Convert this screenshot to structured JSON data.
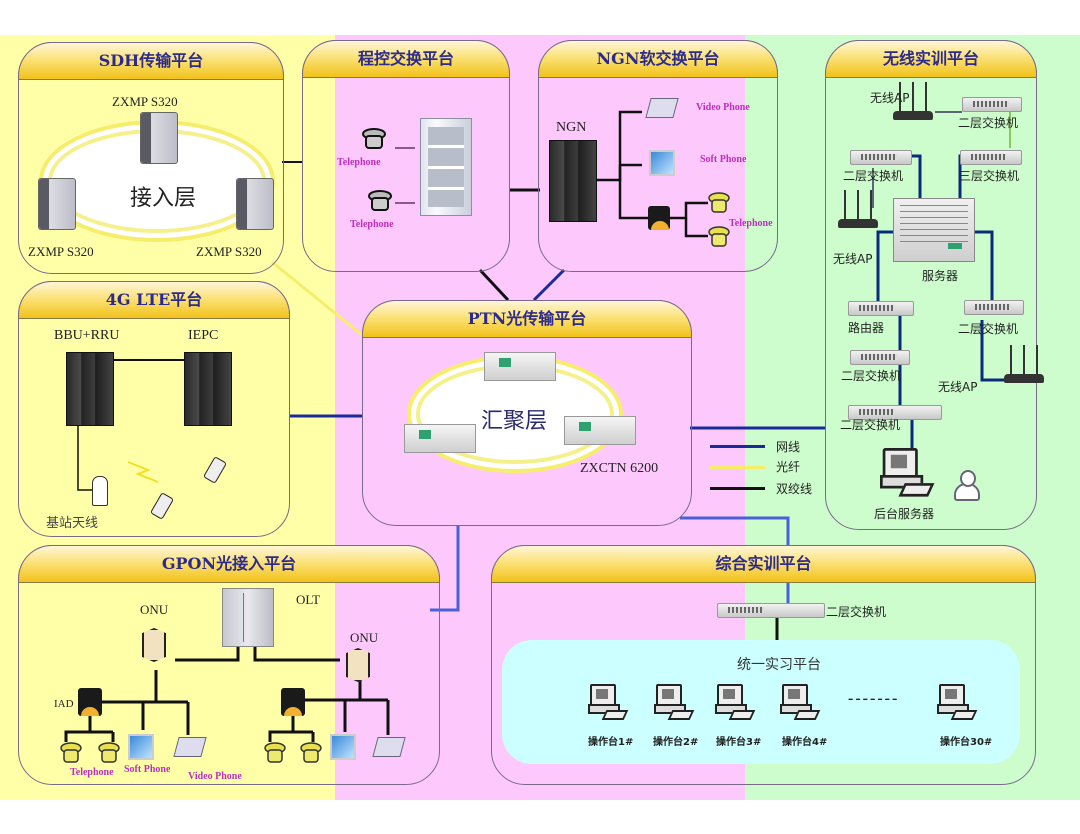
{
  "colors": {
    "band_yellow": "#ffffa8",
    "band_pink": "#fdc9fd",
    "band_green": "#cdfdcd",
    "header_gold": "#f2c21a",
    "title_text": "#2c2a8c",
    "network_cable": "#1a2a9a",
    "fiber": "#f6ee6a",
    "twisted_pair": "#111111",
    "device_label_pink": "#c02ec0"
  },
  "panels": {
    "sdh": {
      "title": "SDH传输平台",
      "ring_label": "接入层",
      "nodes": [
        "ZXMP S320",
        "ZXMP S320",
        "ZXMP S320"
      ]
    },
    "pbx": {
      "title": "程控交换平台",
      "phones": [
        "Telephone",
        "Telephone"
      ]
    },
    "ngn": {
      "title": "NGN软交换平台",
      "core_label": "NGN",
      "endpoints": [
        "Video Phone",
        "Soft Phone",
        "Telephone"
      ]
    },
    "wireless": {
      "title": "无线实训平台",
      "devices": {
        "ap_top": "无线AP",
        "switch_l2_top": "二层交换机",
        "switch_l2_left": "二层交换机",
        "switch_l3": "三层交换机",
        "ap_left": "无线AP",
        "server": "服务器",
        "router": "路由器",
        "switch_l2_right": "二层交换机",
        "switch_l2_mid": "二层交换机",
        "ap_right": "无线AP",
        "switch_l2_bottom": "二层交换机",
        "backend_server": "后台服务器"
      }
    },
    "lte": {
      "title": "4G LTE平台",
      "bbu": "BBU+RRU",
      "epc": "IEPC",
      "antenna": "基站天线"
    },
    "ptn": {
      "title": "PTN光传输平台",
      "ring_label": "汇聚层",
      "model": "ZXCTN 6200"
    },
    "gpon": {
      "title": "GPON光接入平台",
      "olt": "OLT",
      "onu_left": "ONU",
      "onu_right": "ONU",
      "iad": "IAD",
      "endpoints": [
        "Telephone",
        "Soft Phone",
        "Video Phone"
      ]
    },
    "integrated": {
      "title": "综合实训平台",
      "switch": "二层交换机",
      "platform": "统一实习平台",
      "ellipsis": "-------",
      "stations": [
        "操作台1#",
        "操作台2#",
        "操作台3#",
        "操作台4#",
        "操作台30#"
      ]
    }
  },
  "legend": [
    {
      "label": "网线",
      "color": "#1a2a9a"
    },
    {
      "label": "光纤",
      "color": "#f6ee6a"
    },
    {
      "label": "双绞线",
      "color": "#111111"
    }
  ]
}
